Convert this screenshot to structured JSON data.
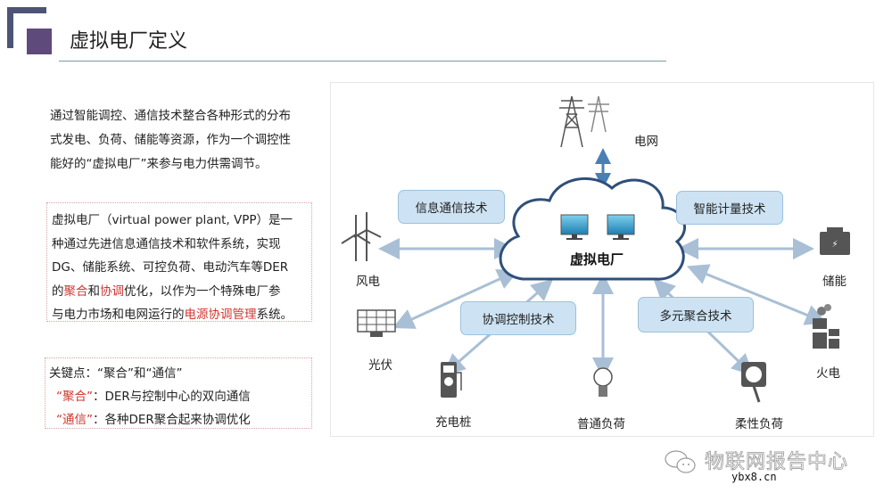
{
  "header": {
    "title": "虚拟电厂定义"
  },
  "intro": {
    "lines": [
      "通过智能调控、通信技术整合各种形式的分布",
      "式发电、负荷、储能等资源，作为一个调控性",
      "能好的“虚拟电厂”来参与电力供需调节。"
    ]
  },
  "definition": {
    "line1": "虚拟电厂（virtual power plant, VPP）是一",
    "line2": "种通过先进信息通信技术和软件系统，实现",
    "line3": "DG、储能系统、可控负荷、电动汽车等DER",
    "line4_a": "的",
    "line4_red1": "聚合",
    "line4_b": "和",
    "line4_red2": "协调",
    "line4_c": "优化，以作为一个特殊电厂参",
    "line5_a": "与电力市场和电网运行的",
    "line5_red": "电源协调管理",
    "line5_b": "系统。"
  },
  "key_points": {
    "line1": "关键点：“聚合”和“通信”",
    "row2_red": "“聚合”",
    "row2_text": "：DER与控制中心的双向通信",
    "row3_red": "“通信”",
    "row3_text": "：各种DER聚合起来协调优化"
  },
  "diagram": {
    "center": "虚拟电厂",
    "technologies": [
      "信息通信技术",
      "智能计量技术",
      "协调控制技术",
      "多元聚合技术"
    ],
    "nodes": {
      "grid": "电网",
      "wind": "风电",
      "storage": "储能",
      "solar": "光伏",
      "thermal": "火电",
      "charger": "充电桩",
      "normal_load": "普通负荷",
      "flexible_load": "柔性负荷"
    },
    "colors": {
      "cloud_stroke": "#2f4f7a",
      "tech_fill": "#cde3f3",
      "arrow": "#a9bfd6",
      "grid_arrow": "#4a7fb5"
    }
  },
  "watermark": {
    "text": "物联网报告中心",
    "site": "ybx8.cn"
  }
}
